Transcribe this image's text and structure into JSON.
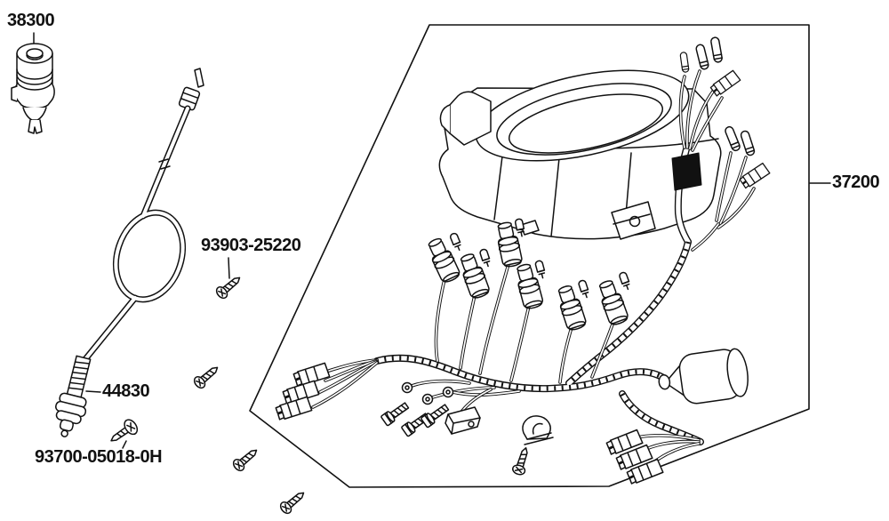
{
  "diagram": {
    "colors": {
      "background": "#ffffff",
      "line": "#111111",
      "label_text": "#111111"
    },
    "parts": {
      "flasher_relay": {
        "label": "38300"
      },
      "pan_screw": {
        "label": "93903-25220"
      },
      "speedometer_cable": {
        "label": "44830"
      },
      "flat_screw": {
        "label": "93700-05018-0H"
      },
      "meter_assembly": {
        "label": "37200"
      }
    }
  }
}
